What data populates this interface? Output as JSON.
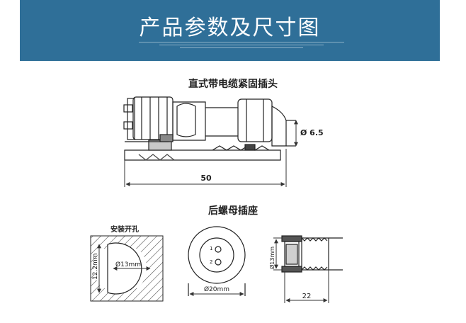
{
  "banner": {
    "title": "产品参数及尺寸图",
    "color": "#2f6f98"
  },
  "plug": {
    "title": "直式带电缆紧固插头",
    "dim_cable": "Ø 6.5",
    "dim_length": "50"
  },
  "socket": {
    "title": "后螺母插座",
    "mounting": {
      "title": "安装开孔",
      "dim_hole": "Ø13mm",
      "dim_flat": "12.2mm"
    },
    "front": {
      "pin1": "1",
      "pin2": "2",
      "dim_diameter": "Ø20mm"
    },
    "side": {
      "dim_thread": "Ø13mm",
      "dim_length": "22"
    }
  }
}
